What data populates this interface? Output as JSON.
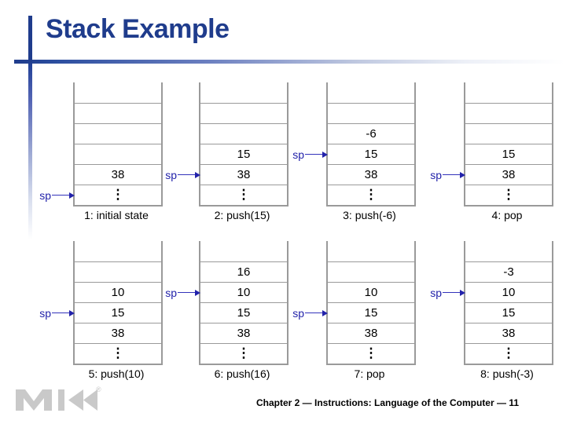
{
  "slide": {
    "title": "Stack Example",
    "footer": "Chapter 2 — Instructions: Language of the Computer — 11",
    "logo_name": "mk-morgan-kaufmann-logo",
    "logo_trademark": "®",
    "accent_color": "#1F3C8C",
    "pointer_color": "#2222AA",
    "cell_border_color": "#9A9A9A"
  },
  "pointer": {
    "label": "sp"
  },
  "ellipsis_glyph": "⋮",
  "stacks": [
    {
      "id": "stack-1",
      "caption": "1: initial state",
      "empty_cells": 4,
      "values": [
        "38"
      ],
      "sp_index": 4,
      "cells": [
        "",
        "",
        "",
        "",
        "38",
        "⋮"
      ]
    },
    {
      "id": "stack-2",
      "caption": "2: push(15)",
      "empty_cells": 3,
      "values": [
        "15",
        "38"
      ],
      "sp_index": 3,
      "cells": [
        "",
        "",
        "",
        "15",
        "38",
        "⋮"
      ]
    },
    {
      "id": "stack-3",
      "caption": "3: push(-6)",
      "empty_cells": 2,
      "values": [
        "-6",
        "15",
        "38"
      ],
      "sp_index": 2,
      "cells": [
        "",
        "",
        "-6",
        "15",
        "38",
        "⋮"
      ]
    },
    {
      "id": "stack-4",
      "caption": "4: pop",
      "empty_cells": 3,
      "values": [
        "15",
        "38"
      ],
      "sp_index": 3,
      "cells": [
        "",
        "",
        "",
        "15",
        "38",
        "⋮"
      ]
    },
    {
      "id": "stack-5",
      "caption": "5: push(10)",
      "empty_cells": 2,
      "values": [
        "10",
        "15",
        "38"
      ],
      "sp_index": 2,
      "cells": [
        "",
        "",
        "10",
        "15",
        "38",
        "⋮"
      ]
    },
    {
      "id": "stack-6",
      "caption": "6: push(16)",
      "empty_cells": 1,
      "values": [
        "16",
        "10",
        "15",
        "38"
      ],
      "sp_index": 1,
      "cells": [
        "",
        "16",
        "10",
        "15",
        "38",
        "⋮"
      ]
    },
    {
      "id": "stack-7",
      "caption": "7: pop",
      "empty_cells": 2,
      "values": [
        "10",
        "15",
        "38"
      ],
      "sp_index": 2,
      "cells": [
        "",
        "",
        "10",
        "15",
        "38",
        "⋮"
      ]
    },
    {
      "id": "stack-8",
      "caption": "8: push(-3)",
      "empty_cells": 1,
      "values": [
        "-3",
        "10",
        "15",
        "38"
      ],
      "sp_index": 1,
      "cells": [
        "",
        "-3",
        "10",
        "15",
        "38",
        "⋮"
      ]
    }
  ]
}
